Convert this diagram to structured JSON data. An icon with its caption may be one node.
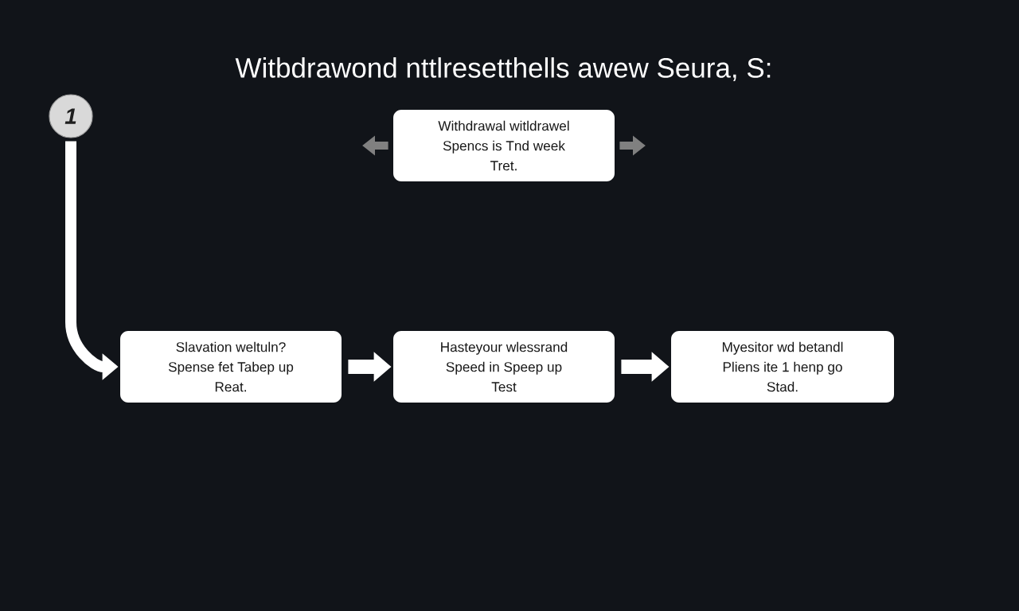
{
  "diagram": {
    "title": "Witbdrawond nttlresetthells awew Seura, S:",
    "nodes": [
      {
        "text": [
          "1"
        ]
      },
      {
        "text": [
          "Withdrawal witldrawel",
          "Spencs is Tnd week",
          "Tret."
        ]
      },
      {
        "text": [
          "Slavation weltuln?",
          "Spense fet Tabep up",
          "Reat."
        ]
      },
      {
        "text": [
          "Hasteyour wlessrand",
          "Speed in Speep up",
          "Test"
        ]
      },
      {
        "text": [
          "Myesitor wd betandl",
          "Pliens ite 1 henp go",
          "Stad."
        ]
      }
    ],
    "edges": [
      {
        "from": 0,
        "to": 2,
        "arrow": "to"
      },
      {
        "from": 2,
        "to": 3,
        "arrow": "to"
      },
      {
        "from": 3,
        "to": 4,
        "arrow": "to"
      },
      {
        "from": 1,
        "to": null,
        "arrow": "to",
        "color": "#808080"
      },
      {
        "from": 1,
        "to": null,
        "arrow": "to",
        "color": "#808080"
      }
    ]
  }
}
